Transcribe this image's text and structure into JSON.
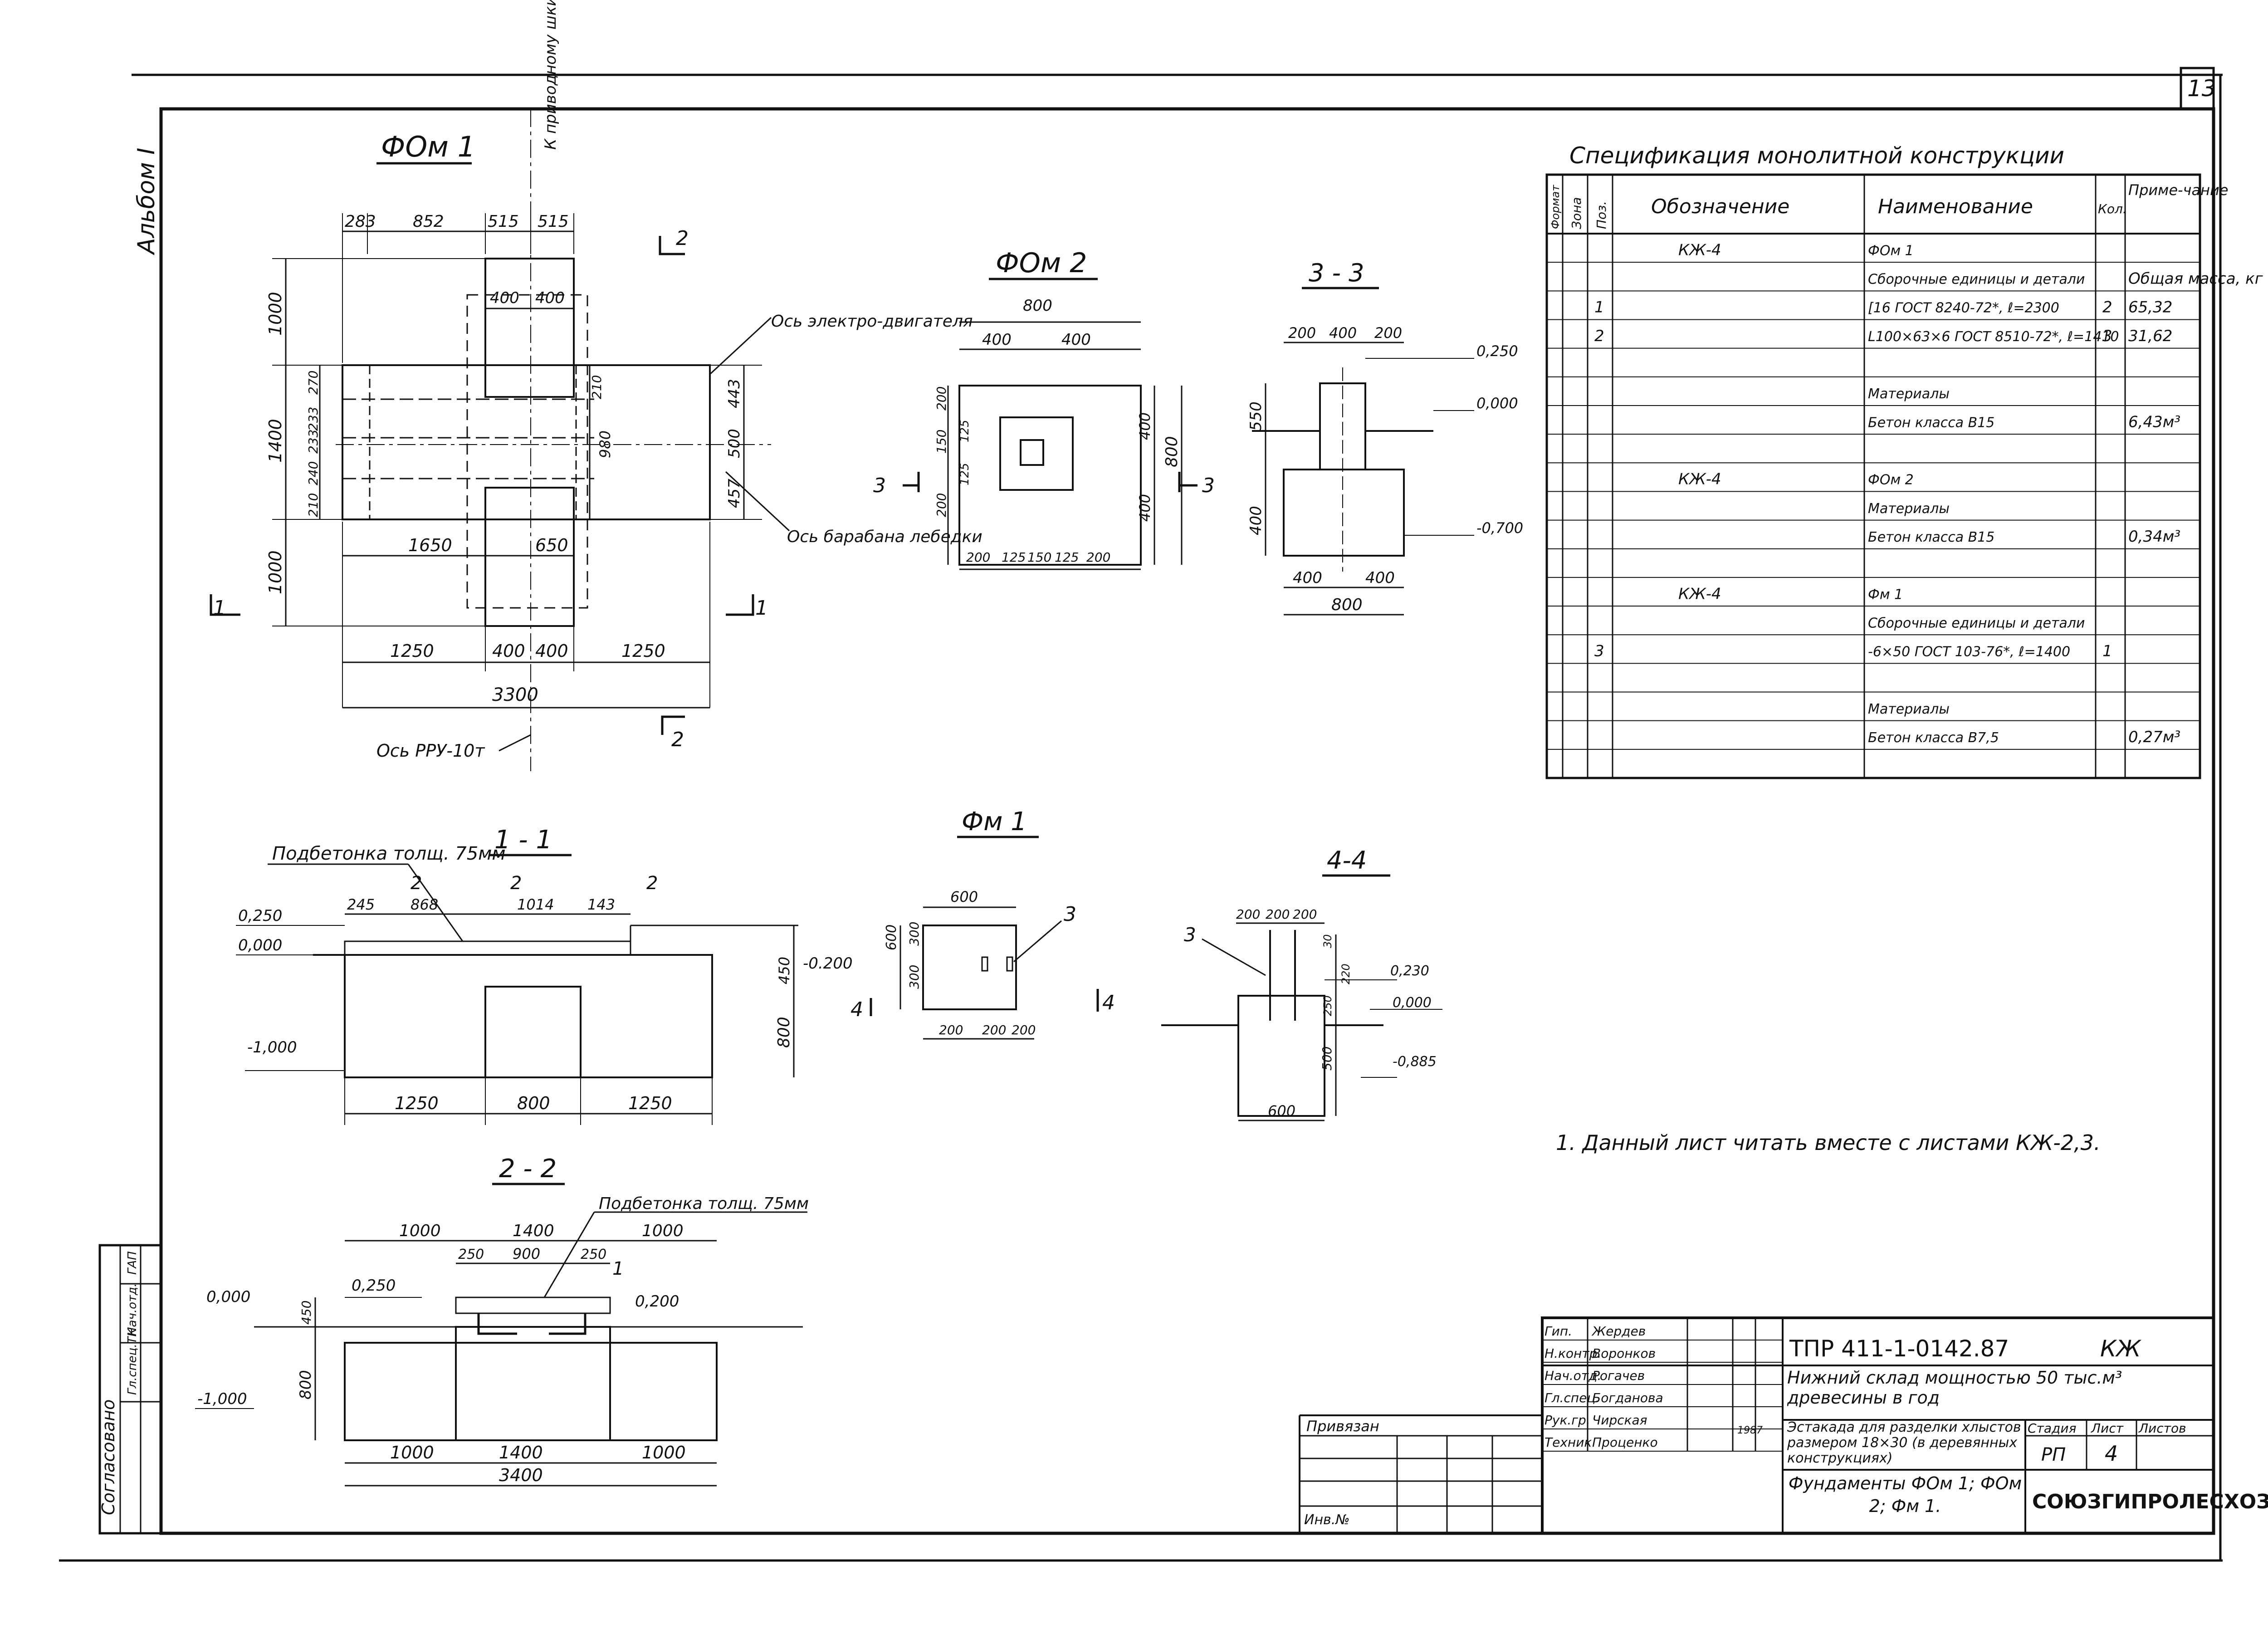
{
  "sheet": {
    "number": "13",
    "album": "Альбом I",
    "note": "1. Данный лист читать вместе с листами КЖ-2,3."
  },
  "views": {
    "fom1": {
      "title": "ФОм 1",
      "dims": [
        "283",
        "852",
        "515",
        "515",
        "400",
        "400",
        "1000",
        "1400",
        "1000",
        "270",
        "233",
        "233",
        "240",
        "210",
        "210",
        "980",
        "443",
        "500",
        "457",
        "1650",
        "650",
        "1250",
        "400",
        "400",
        "1250",
        "3300"
      ],
      "labels": {
        "motor": "Ось электро-двигателя",
        "drum": "Ось барабана лебедки",
        "axis": "Ось РРУ-10т",
        "drive": "К приводному шкиву"
      },
      "cuts": [
        "2",
        "2",
        "1",
        "1"
      ]
    },
    "fom2": {
      "title": "ФОм 2",
      "dims": [
        "800",
        "400",
        "400",
        "200",
        "150",
        "200",
        "125",
        "125",
        "400",
        "400",
        "800",
        "200",
        "125",
        "150",
        "125",
        "200"
      ],
      "cut": "3"
    },
    "sec33": {
      "title": "3 - 3",
      "dims": [
        "200",
        "400",
        "200",
        "550",
        "400",
        "400",
        "400",
        "800"
      ],
      "levels": [
        "0,250",
        "0,000",
        "-0,700"
      ]
    },
    "sec11": {
      "title": "1 - 1",
      "callout": "Подбетонка толщ. 75мм",
      "dims": [
        "245",
        "868",
        "1014",
        "143",
        "450",
        "800",
        "1250",
        "800",
        "1250"
      ],
      "levels": [
        "0,250",
        "0,000",
        "-0.200",
        "-1,000"
      ],
      "pos": [
        "2",
        "2",
        "2"
      ]
    },
    "fm1": {
      "title": "Фм 1",
      "dims": [
        "600",
        "600",
        "300",
        "300",
        "200",
        "200",
        "200"
      ],
      "pos": "3",
      "cut": "4"
    },
    "sec44": {
      "title": "4-4",
      "dims": [
        "200",
        "200",
        "200",
        "30",
        "220",
        "250",
        "500",
        "600"
      ],
      "levels": [
        "0,230",
        "0,000",
        "-0,885"
      ],
      "pos": "3"
    },
    "sec22": {
      "title": "2 - 2",
      "callout": "Подбетонка толщ. 75мм",
      "dims": [
        "1000",
        "1400",
        "1000",
        "250",
        "900",
        "250",
        "450",
        "800",
        "1000",
        "1400",
        "1000",
        "3400"
      ],
      "levels": [
        "0,250",
        "0,000",
        "0,200",
        "-1,000"
      ],
      "pos": "1"
    }
  },
  "spec": {
    "title": "Спецификация монолитной конструкции",
    "headers": [
      "Формат",
      "Зона",
      "Поз.",
      "Обозначение",
      "Наименование",
      "Кол.",
      "Приме-чание"
    ],
    "rows": [
      {
        "pos": "",
        "des": "КЖ-4",
        "name": "ФОм 1",
        "qty": "",
        "note": ""
      },
      {
        "pos": "",
        "des": "",
        "name": "Сборочные единицы и детали",
        "qty": "",
        "note": "Общая масса, кг"
      },
      {
        "pos": "1",
        "des": "",
        "name": "[16 ГОСТ 8240-72*, ℓ=2300",
        "qty": "2",
        "note": "65,32"
      },
      {
        "pos": "2",
        "des": "",
        "name": "L100×63×6 ГОСТ 8510-72*, ℓ=1410",
        "qty": "3",
        "note": "31,62"
      },
      {
        "pos": "",
        "des": "",
        "name": "",
        "qty": "",
        "note": ""
      },
      {
        "pos": "",
        "des": "",
        "name": "Материалы",
        "qty": "",
        "note": ""
      },
      {
        "pos": "",
        "des": "",
        "name": "Бетон класса В15",
        "qty": "",
        "note": "6,43м³"
      },
      {
        "pos": "",
        "des": "",
        "name": "",
        "qty": "",
        "note": ""
      },
      {
        "pos": "",
        "des": "КЖ-4",
        "name": "ФОм 2",
        "qty": "",
        "note": ""
      },
      {
        "pos": "",
        "des": "",
        "name": "Материалы",
        "qty": "",
        "note": ""
      },
      {
        "pos": "",
        "des": "",
        "name": "Бетон класса В15",
        "qty": "",
        "note": "0,34м³"
      },
      {
        "pos": "",
        "des": "",
        "name": "",
        "qty": "",
        "note": ""
      },
      {
        "pos": "",
        "des": "КЖ-4",
        "name": "Фм 1",
        "qty": "",
        "note": ""
      },
      {
        "pos": "",
        "des": "",
        "name": "Сборочные единицы и детали",
        "qty": "",
        "note": ""
      },
      {
        "pos": "3",
        "des": "",
        "name": "-6×50 ГОСТ 103-76*, ℓ=1400",
        "qty": "1",
        "note": ""
      },
      {
        "pos": "",
        "des": "",
        "name": "",
        "qty": "",
        "note": ""
      },
      {
        "pos": "",
        "des": "",
        "name": "Материалы",
        "qty": "",
        "note": ""
      },
      {
        "pos": "",
        "des": "",
        "name": "Бетон класса В7,5",
        "qty": "",
        "note": "0,27м³"
      },
      {
        "pos": "",
        "des": "",
        "name": "",
        "qty": "",
        "note": ""
      }
    ]
  },
  "title_block": {
    "code": "ТПР 411-1-0142.87",
    "mark": "КЖ",
    "project": "Нижний склад мощностью 50 тыс.м³ древесины в год",
    "object": "Эстакада для разделки хлыстов размером 18×30 (в деревянных конструкциях)",
    "sheet_title": "Фундаменты ФОм 1; ФОм 2; Фм 1.",
    "stage_h": "Стадия",
    "sheet_h": "Лист",
    "sheets_h": "Листов",
    "stage": "РП",
    "sheet": "4",
    "org": "СОЮЗГИПРОЛЕСХОЗ",
    "binding": "Привязан",
    "inv": "Инв.№",
    "year": "1987",
    "people": [
      {
        "role": "Гип.",
        "name": "Жердев"
      },
      {
        "role": "Н.контр.",
        "name": "Воронков"
      },
      {
        "role": "Нач.отд.",
        "name": "Рогачев"
      },
      {
        "role": "Гл.спец.",
        "name": "Богданова"
      },
      {
        "role": "Рук.гр.",
        "name": "Чирская"
      },
      {
        "role": "Техник",
        "name": "Проценко"
      }
    ],
    "agreed": "Согласовано",
    "side_roles": [
      "ГАП",
      "Нач.отд.",
      "Гл.спец.ТК"
    ]
  }
}
